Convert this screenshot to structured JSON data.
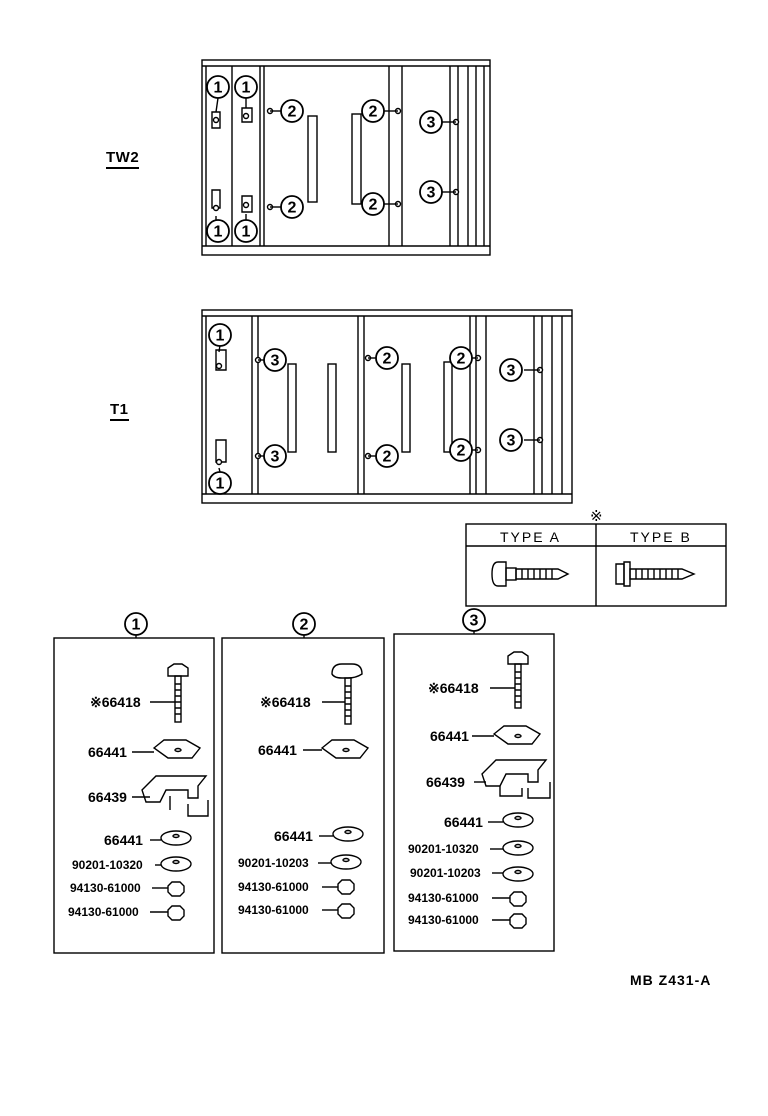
{
  "variants": {
    "tw2": "TW2",
    "t1": "T1"
  },
  "callouts": {
    "one": "1",
    "two": "2",
    "three": "3"
  },
  "type_table": {
    "note_mark": "※",
    "type_a": "TYPE  A",
    "type_b": "TYPE  B"
  },
  "kit1": {
    "parts": [
      "※66418",
      "66441",
      "66439",
      "66441",
      "90201-10320",
      "94130-61000",
      "94130-61000"
    ]
  },
  "kit2": {
    "parts": [
      "※66418",
      "66441",
      "66441",
      "90201-10203",
      "94130-61000",
      "94130-61000"
    ]
  },
  "kit3": {
    "parts": [
      "※66418",
      "66441",
      "66439",
      "66441",
      "90201-10320",
      "90201-10203",
      "94130-61000",
      "94130-61000"
    ]
  },
  "footer": {
    "code": "MB  Z431-A"
  }
}
